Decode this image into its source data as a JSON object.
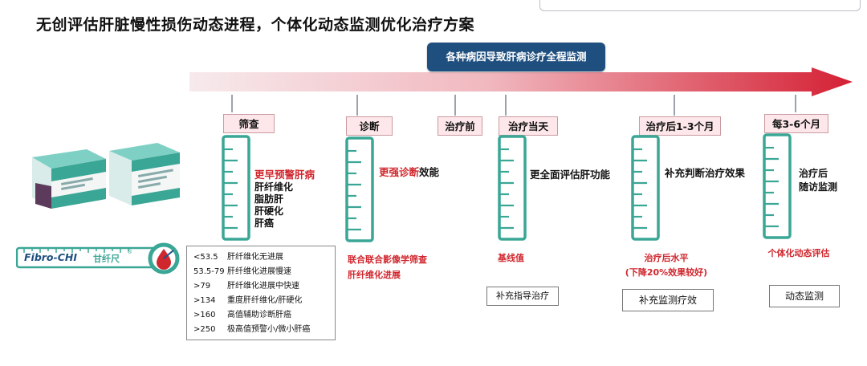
{
  "title": "无创评估肝脏慢性损伤动态进程，个体化动态监测优化治疗方案",
  "banner": "各种病因导致肝病诊疗全程监测",
  "stages": [
    {
      "label": "筛查"
    },
    {
      "label": "诊断"
    },
    {
      "label": "治疗前"
    },
    {
      "label": "治疗当天"
    },
    {
      "label": "治疗后1-3个月"
    },
    {
      "label": "每3-6个月"
    }
  ],
  "screening": {
    "highlight": "更早预警肝病",
    "items": [
      "肝纤维化",
      "脂肪肝",
      "肝硬化",
      "肝癌"
    ]
  },
  "diagnosis": {
    "highlight": "更强诊断",
    "rest": "效能",
    "note_lines": [
      "联合联合影像学筛查",
      "肝纤维化进展"
    ]
  },
  "treatment_day": {
    "text": "更全面评估肝功能",
    "note": "基线值",
    "box": "补充指导治疗"
  },
  "after_treatment": {
    "text": "补充判断治疗效果",
    "note_lines": [
      "治疗后水平",
      "(下降20%效果较好)"
    ],
    "box": "补充监测疗效"
  },
  "periodic": {
    "text_lines": [
      "治疗后",
      "随访监测"
    ],
    "note": "个体化动态评估",
    "box": "动态监测"
  },
  "reference": [
    {
      "range": "<53.5",
      "meaning": "肝纤维化无进展"
    },
    {
      "range": "53.5-79",
      "meaning": "肝纤维化进展慢速"
    },
    {
      "range": ">79",
      "meaning": "肝纤维化进展中快速"
    },
    {
      "range": ">134",
      "meaning": "重度肝纤维化/肝硬化"
    },
    {
      "range": ">160",
      "meaning": "高值辅助诊断肝癌"
    },
    {
      "range": ">250",
      "meaning": "极高值预警小/微小肝癌"
    }
  ],
  "logo": {
    "latin": "Fibro-CHI",
    "cn": "甘纤尺",
    "mark": "®"
  },
  "colors": {
    "banner": "#1f4f7f",
    "accent_red": "#d0262d",
    "ruler": "#3aa695",
    "stage_bg": "#fde7ea"
  }
}
